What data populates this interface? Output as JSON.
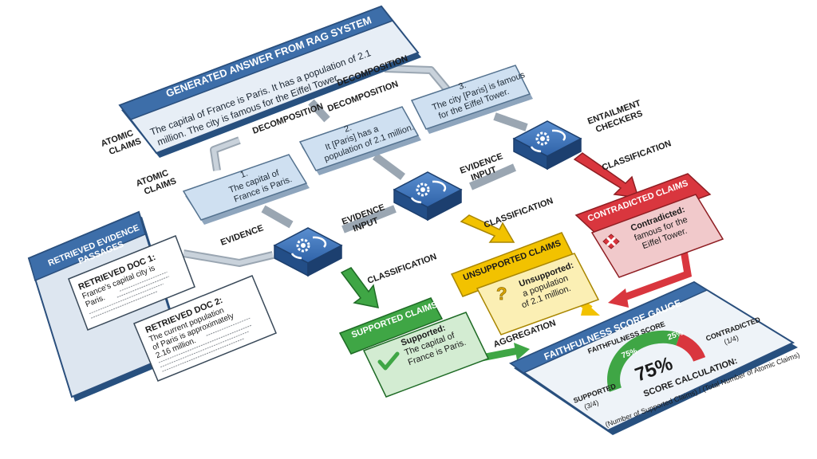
{
  "answer": {
    "title": "GENERATED ANSWER FROM RAG SYSTEM",
    "text_line1": "The capital of France is Paris. It has a population of 2.1",
    "text_line2": "million. The city is famous for the Eiffel Tower."
  },
  "labels": {
    "atomic_claims_a": [
      "ATOMIC",
      "CLAIMS"
    ],
    "atomic_claims_b": [
      "ATOMIC",
      "CLAIMS"
    ],
    "decomposition": "DECOMPOSITION",
    "evidence": "EVIDENCE",
    "evidence_input": [
      "EVIDENCE",
      "INPUT"
    ],
    "classification": "CLASSIFICATION",
    "entailment_checkers": [
      "ENTAILMENT",
      "CHECKERS"
    ],
    "aggregation": "AGGREGATION"
  },
  "claims": [
    {
      "num": "1.",
      "line1": "The capital of",
      "line2": "France is Paris."
    },
    {
      "num": "2.",
      "line1": "It [Paris] has a",
      "line2": "population of 2.1 million."
    },
    {
      "num": "3.",
      "line1": "The city [Paris] is famous",
      "line2": "for the Eiffel Tower."
    }
  ],
  "evidence": {
    "title_line1": "RETRIEVED EVIDENCE",
    "title_line2": "PASSAGES",
    "doc1": {
      "title": "RETRIEVED DOC 1:",
      "line1": "France's capital city is",
      "line2": "Paris."
    },
    "doc2": {
      "title": "RETRIEVED DOC 2:",
      "line1": "The current population",
      "line2": "of Paris is approximately",
      "line3": "2.16 million."
    }
  },
  "results": {
    "contradicted": {
      "header": "CONTRADICTED CLAIMS",
      "label": "Contradicted:",
      "line1": "famous for the",
      "line2": "Eiffel Tower.",
      "color": "#d9363e"
    },
    "unsupported": {
      "header": "UNSUPPORTED CLAIMS",
      "label": "Unsupported:",
      "line1": "a population",
      "line2": "of 2.1 million.",
      "color": "#f2c200"
    },
    "supported": {
      "header": "SUPPORTED CLAIMS",
      "label": "Supported:",
      "line1": "The capital of",
      "line2": "France is Paris.",
      "color": "#3fa645"
    }
  },
  "gauge": {
    "title": "FAITHFULNESS SCORE GAUGE",
    "score_label": "FAITHFULNESS SCORE",
    "score": "75%",
    "seg_supported": "75%",
    "seg_contradicted": "25%",
    "supported_fraction": 0.75,
    "supported_label": "SUPPORTED",
    "supported_count": "(3/4)",
    "contradicted_label": "CONTRADICTED",
    "contradicted_count": "(1/4)",
    "calc_title": "SCORE CALCULATION:",
    "calc_formula": "(Number of Supported Claims) / (Total Number of Atomic Claims)"
  }
}
